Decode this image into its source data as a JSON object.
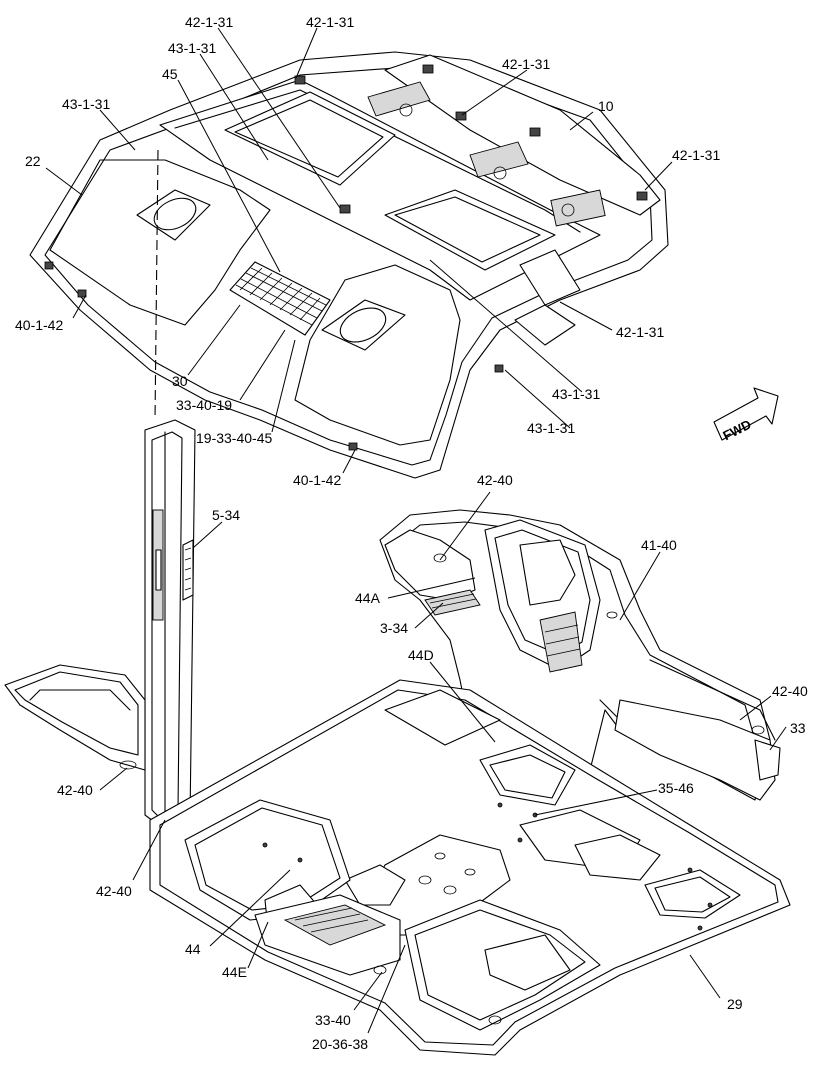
{
  "labels": {
    "p42_1_31_a": "42-1-31",
    "p42_1_31_b": "42-1-31",
    "p43_1_31_top": "43-1-31",
    "p45": "45",
    "p42_1_31_c": "42-1-31",
    "p10": "10",
    "p43_1_31_left": "43-1-31",
    "p42_1_31_d": "42-1-31",
    "p22": "22",
    "p40_1_42_left": "40-1-42",
    "p42_1_31_e": "42-1-31",
    "p30": "30",
    "p33_40_19": "33-40-19",
    "p43_1_31_mid": "43-1-31",
    "p43_1_31_low": "43-1-31",
    "p19_33_40_45": "19-33-40-45",
    "p40_1_42_bottom": "40-1-42",
    "p42_40_top": "42-40",
    "p5_34": "5-34",
    "p41_40": "41-40",
    "p44A": "44A",
    "p3_34": "3-34",
    "p44D": "44D",
    "p42_40_right": "42-40",
    "p33": "33",
    "p42_40_left": "42-40",
    "p35_46": "35-46",
    "p42_40_bottom": "42-40",
    "p44": "44",
    "p44E": "44E",
    "p29": "29",
    "p33_40": "33-40",
    "p20_36_38": "20-36-38"
  },
  "fwd_badge": "FWD"
}
